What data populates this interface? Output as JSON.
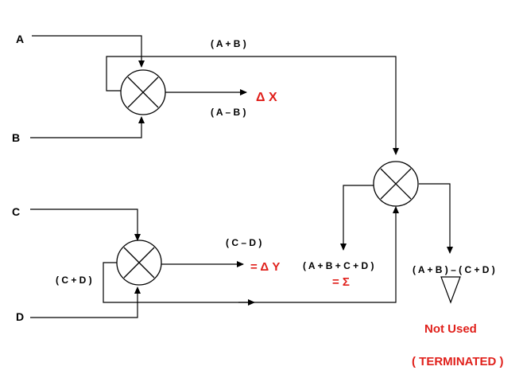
{
  "inputs": {
    "a": "A",
    "b": "B",
    "c": "C",
    "d": "D"
  },
  "labels": {
    "a_plus_b": "( A + B )",
    "a_minus_b": "( A – B )",
    "delta_x": "Δ X",
    "c_minus_d": "( C – D )",
    "eq_delta_y": "= Δ Y",
    "c_plus_d": "( C + D )",
    "sum_expr": "( A + B + C + D )",
    "eq_sigma": "= Σ",
    "diff_expr": "( A + B ) – ( C + D )",
    "not_used": "Not Used",
    "terminated": "( TERMINATED )"
  },
  "colors": {
    "line": "#000000",
    "highlight": "#e0201b"
  },
  "icons": [
    "hybrid-junction-icon",
    "hybrid-junction-icon",
    "hybrid-junction-icon",
    "termination-load-icon"
  ]
}
